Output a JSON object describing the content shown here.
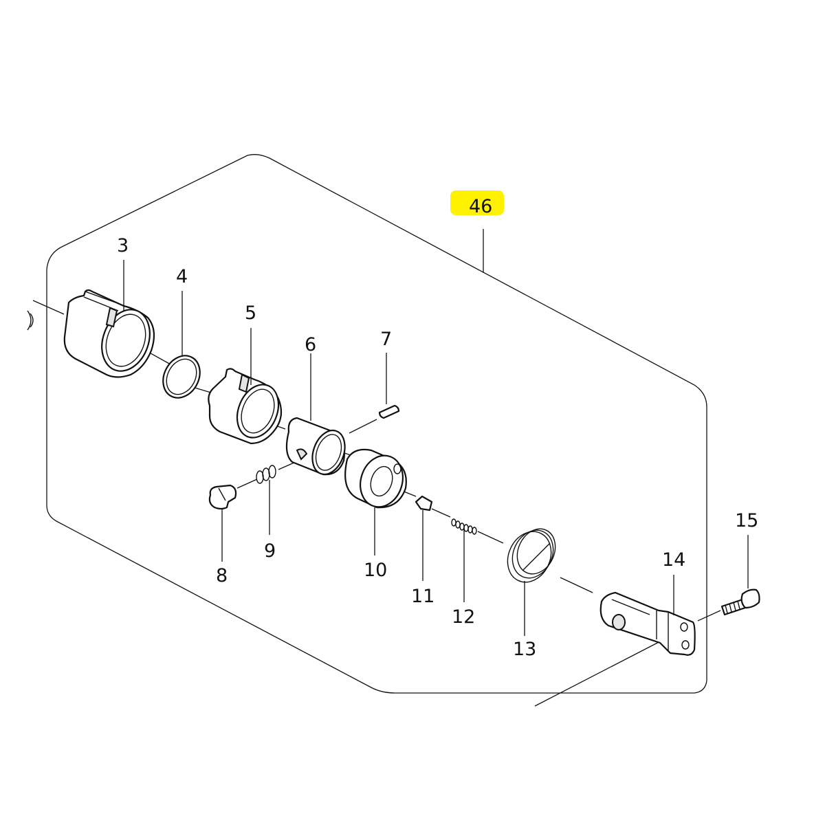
{
  "diagram": {
    "highlight_color": "#fff200",
    "assembly_label": "46",
    "parts": [
      {
        "id": "p3",
        "label": "3",
        "icon": "front-cap-icon"
      },
      {
        "id": "p4",
        "label": "4",
        "icon": "retaining-ring-icon"
      },
      {
        "id": "p5",
        "label": "5",
        "icon": "inner-sleeve-icon"
      },
      {
        "id": "p6",
        "label": "6",
        "icon": "cylinder-sleeve-icon"
      },
      {
        "id": "p7",
        "label": "7",
        "icon": "pin-icon"
      },
      {
        "id": "p8",
        "label": "8",
        "icon": "plug-screw-icon"
      },
      {
        "id": "p9",
        "label": "9",
        "icon": "coil-spring-icon"
      },
      {
        "id": "p10",
        "label": "10",
        "icon": "washer-ring-icon"
      },
      {
        "id": "p11",
        "label": "11",
        "icon": "small-block-icon"
      },
      {
        "id": "p12",
        "label": "12",
        "icon": "compression-spring-icon"
      },
      {
        "id": "p13",
        "label": "13",
        "icon": "torsion-spring-icon"
      },
      {
        "id": "p14",
        "label": "14",
        "icon": "housing-bracket-icon"
      },
      {
        "id": "p15",
        "label": "15",
        "icon": "cap-screw-icon"
      }
    ]
  }
}
